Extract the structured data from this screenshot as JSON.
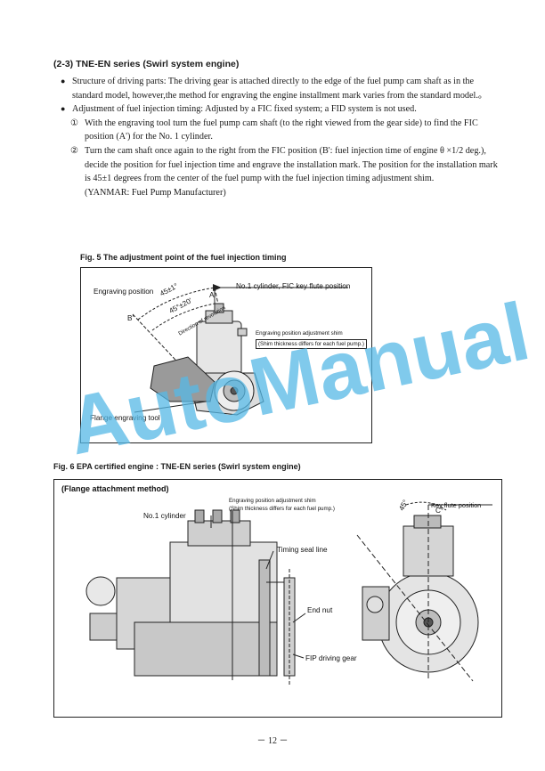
{
  "section": {
    "heading": "(2-3)  TNE-EN series (Swirl system engine)"
  },
  "paragraphs": {
    "p1_mark": "●",
    "p1": "Structure of driving parts: The driving gear is attached directly to the edge of the fuel pump cam shaft as in the standard model, however,the method for engraving the engine installment mark varies from the standard model.。",
    "p2_mark": "●",
    "p2": "Adjustment of fuel injection timing: Adjusted by a FIC fixed system; a FID system is not used.",
    "s1_mark": "①",
    "s1": "With the engraving tool turn the fuel pump cam shaft (to the right viewed from the gear side) to find the FIC position (A') for the No. 1 cylinder.",
    "s2_mark": "②",
    "s2": "Turn the cam shaft once again to the right from the FIC position (B': fuel injection time of engine θ ×1/2 deg.), decide the position for fuel injection time and engrave the installation mark.   The position for the installation mark is  45±1 degrees from the center of the fuel pump with the fuel injection timing adjustment shim.",
    "note": "(YANMAR: Fuel Pump Manufacturer)"
  },
  "fig5": {
    "caption": "Fig. 5   The adjustment point of the fuel injection timing",
    "engraving_position": "Engraving position",
    "angle_outer": "45±1°",
    "angle_inner": "45°±20'",
    "direction": "Direction of revolution",
    "mark_a": "A'",
    "mark_b": "B'",
    "no1_cylinder": "No.1 cylinder, FIC key flute position",
    "shim": "Engraving position adjustment shim",
    "shim_note": "(Shim thickness differs for each fuel pump.)",
    "tool": "Flange engraving tool"
  },
  "fig6": {
    "caption": "Fig. 6   EPA certified engine : TNE-EN series (Swirl system engine)",
    "method": "(Flange attachment method)",
    "shim": "Engraving position adjustment shim",
    "shim_note": "(Shim thickness differs for each fuel pump.)",
    "no1_cylinder": "No.1 cylinder",
    "timing_seal": "Timing seal line",
    "end_nut": "End nut",
    "fip_gear": "FIP driving gear",
    "angle": "45°",
    "angle_c": "C°",
    "key_flute": "Key flute position"
  },
  "watermark": {
    "text": "AutoManual"
  },
  "footer": {
    "page_number": "－ 12 －"
  },
  "colors": {
    "watermark": "#56b8e6",
    "ink": "#1a1a1a"
  }
}
